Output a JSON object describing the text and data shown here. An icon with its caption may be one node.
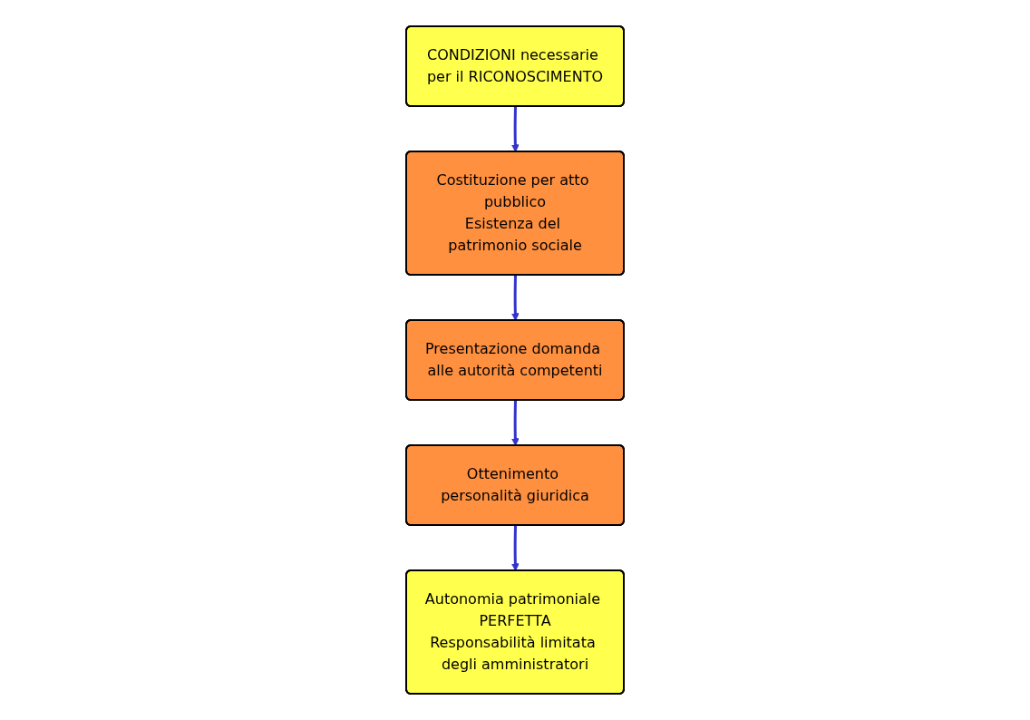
{
  "diagram": {
    "nodes": [
      {
        "text": [
          "CONDIZIONI necessarie per il RICONOSCIMENTO"
        ]
      },
      {
        "text": [
          "Costituzione per atto pubblico",
          "Esistenza del patrimonio sociale"
        ]
      },
      {
        "text": [
          "Presentazione domanda alle autorità competenti"
        ]
      },
      {
        "text": [
          "Ottenimento personalità giuridica"
        ]
      },
      {
        "text": [
          "Autonomia patrimoniale PERFETTA",
          "Responsabilità limitata degli amministratori"
        ]
      }
    ],
    "edges": [
      {
        "from": 0,
        "to": 1,
        "arrow": "to"
      },
      {
        "from": 1,
        "to": 2,
        "arrow": "to"
      },
      {
        "from": 2,
        "to": 3,
        "arrow": "to"
      },
      {
        "from": 3,
        "to": 4,
        "arrow": "to"
      }
    ]
  }
}
